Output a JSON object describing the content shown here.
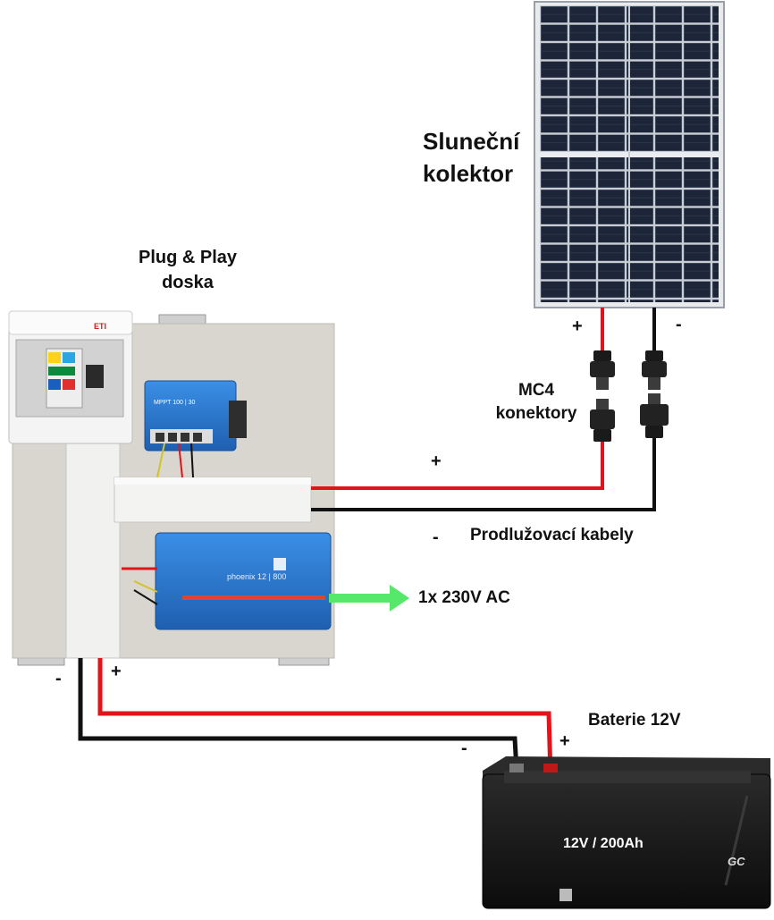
{
  "labels": {
    "solar_panel": [
      "Sluneční",
      "kolektor"
    ],
    "plug_play_board": [
      "Plug & Play",
      "doska"
    ],
    "mc4_connectors": [
      "MC4",
      "konektory"
    ],
    "extension_cables": "Prodlužovací kabely",
    "ac_output": "1x 230V AC",
    "battery": "Baterie 12V"
  },
  "signs": {
    "panel_plus": "+",
    "panel_minus": "-",
    "cable_plus": "+",
    "cable_minus": "-",
    "board_minus": "-",
    "board_plus": "+",
    "battery_minus": "-",
    "battery_plus": "+"
  },
  "device_text": {
    "battery_rating": "12V / 200Ah",
    "battery_logo": "GC",
    "mppt_model": "MPPT 100 | 30",
    "inverter_model": "phoenix 12 | 800",
    "breaker_brand": "ETI"
  },
  "colors": {
    "positive_wire": "#e3131b",
    "negative_wire": "#111111",
    "ac_arrow": "#55e86a",
    "victron_blue": "#2f7fd6",
    "panel_cell": "#1f2a3d",
    "board": "#d9d6cf"
  }
}
